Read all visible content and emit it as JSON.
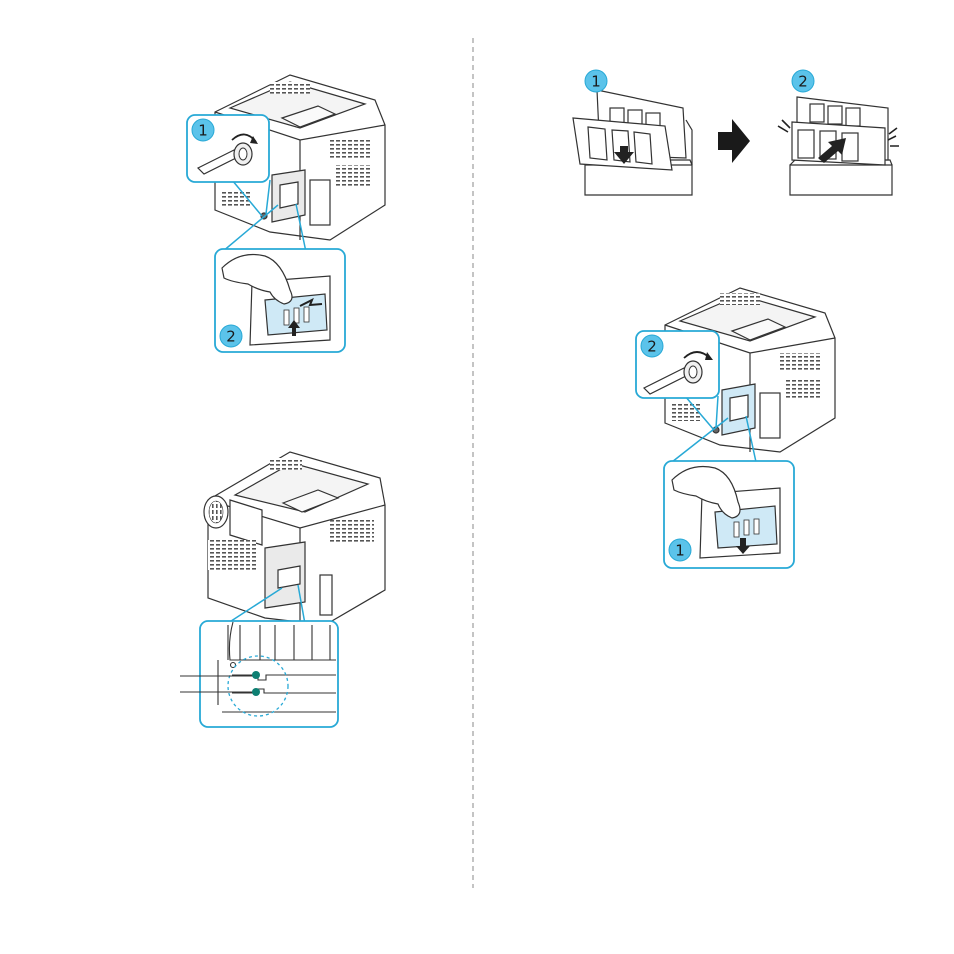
{
  "figures": {
    "fig1": {
      "callout1": {
        "label": "1"
      },
      "callout2": {
        "label": "2"
      }
    },
    "fig3": {
      "step1": {
        "label": "1"
      },
      "step2": {
        "label": "2"
      }
    },
    "fig4": {
      "callout1": {
        "label": "1"
      },
      "callout2": {
        "label": "2"
      }
    }
  },
  "colors": {
    "callout_fill": "#5bc3ea",
    "callout_stroke": "#28a9d6",
    "panel_fill": "#cfe9f6",
    "pointer_dot": "#0e7f72",
    "line": "#333333"
  }
}
